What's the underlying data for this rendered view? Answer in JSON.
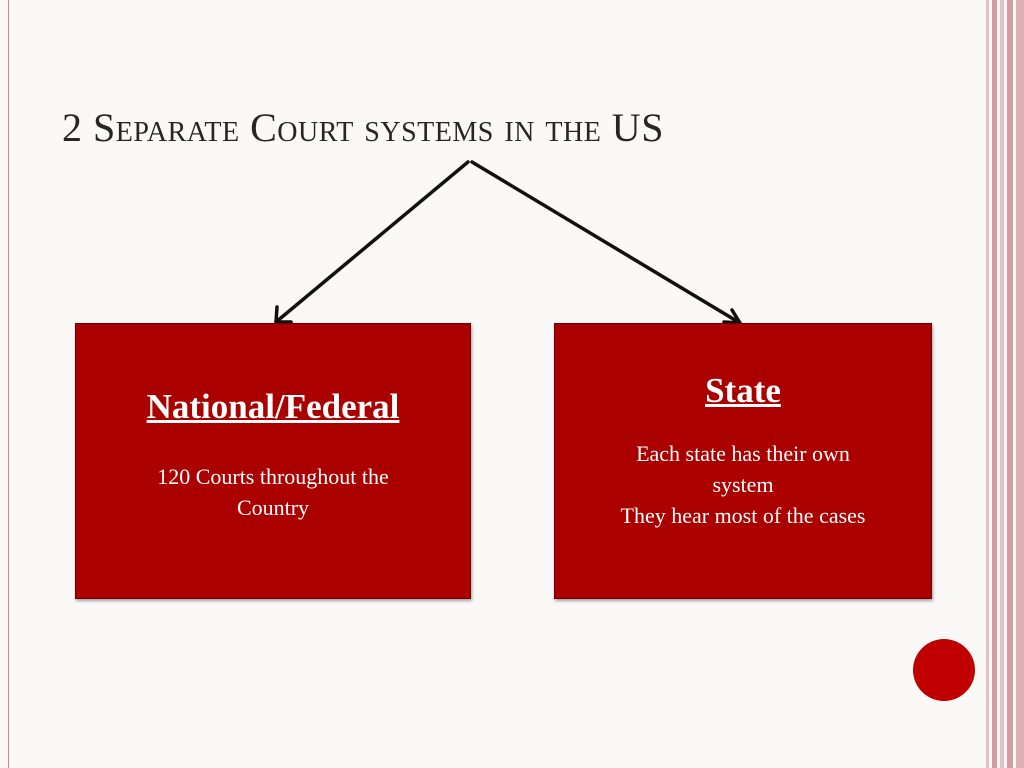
{
  "slide": {
    "title": "2 Separate Court systems in the US"
  },
  "boxes": {
    "federal": {
      "heading": "National/Federal",
      "lines": [
        "120 Courts throughout the",
        "Country"
      ]
    },
    "state": {
      "heading": "State",
      "lines": [
        "Each state has their own",
        "system",
        "They hear most of the cases"
      ]
    }
  },
  "colors": {
    "box_fill": "#aa0000",
    "accent_dot": "#c00000",
    "stripe": "#d9a7a9",
    "text_dark": "#262626"
  }
}
